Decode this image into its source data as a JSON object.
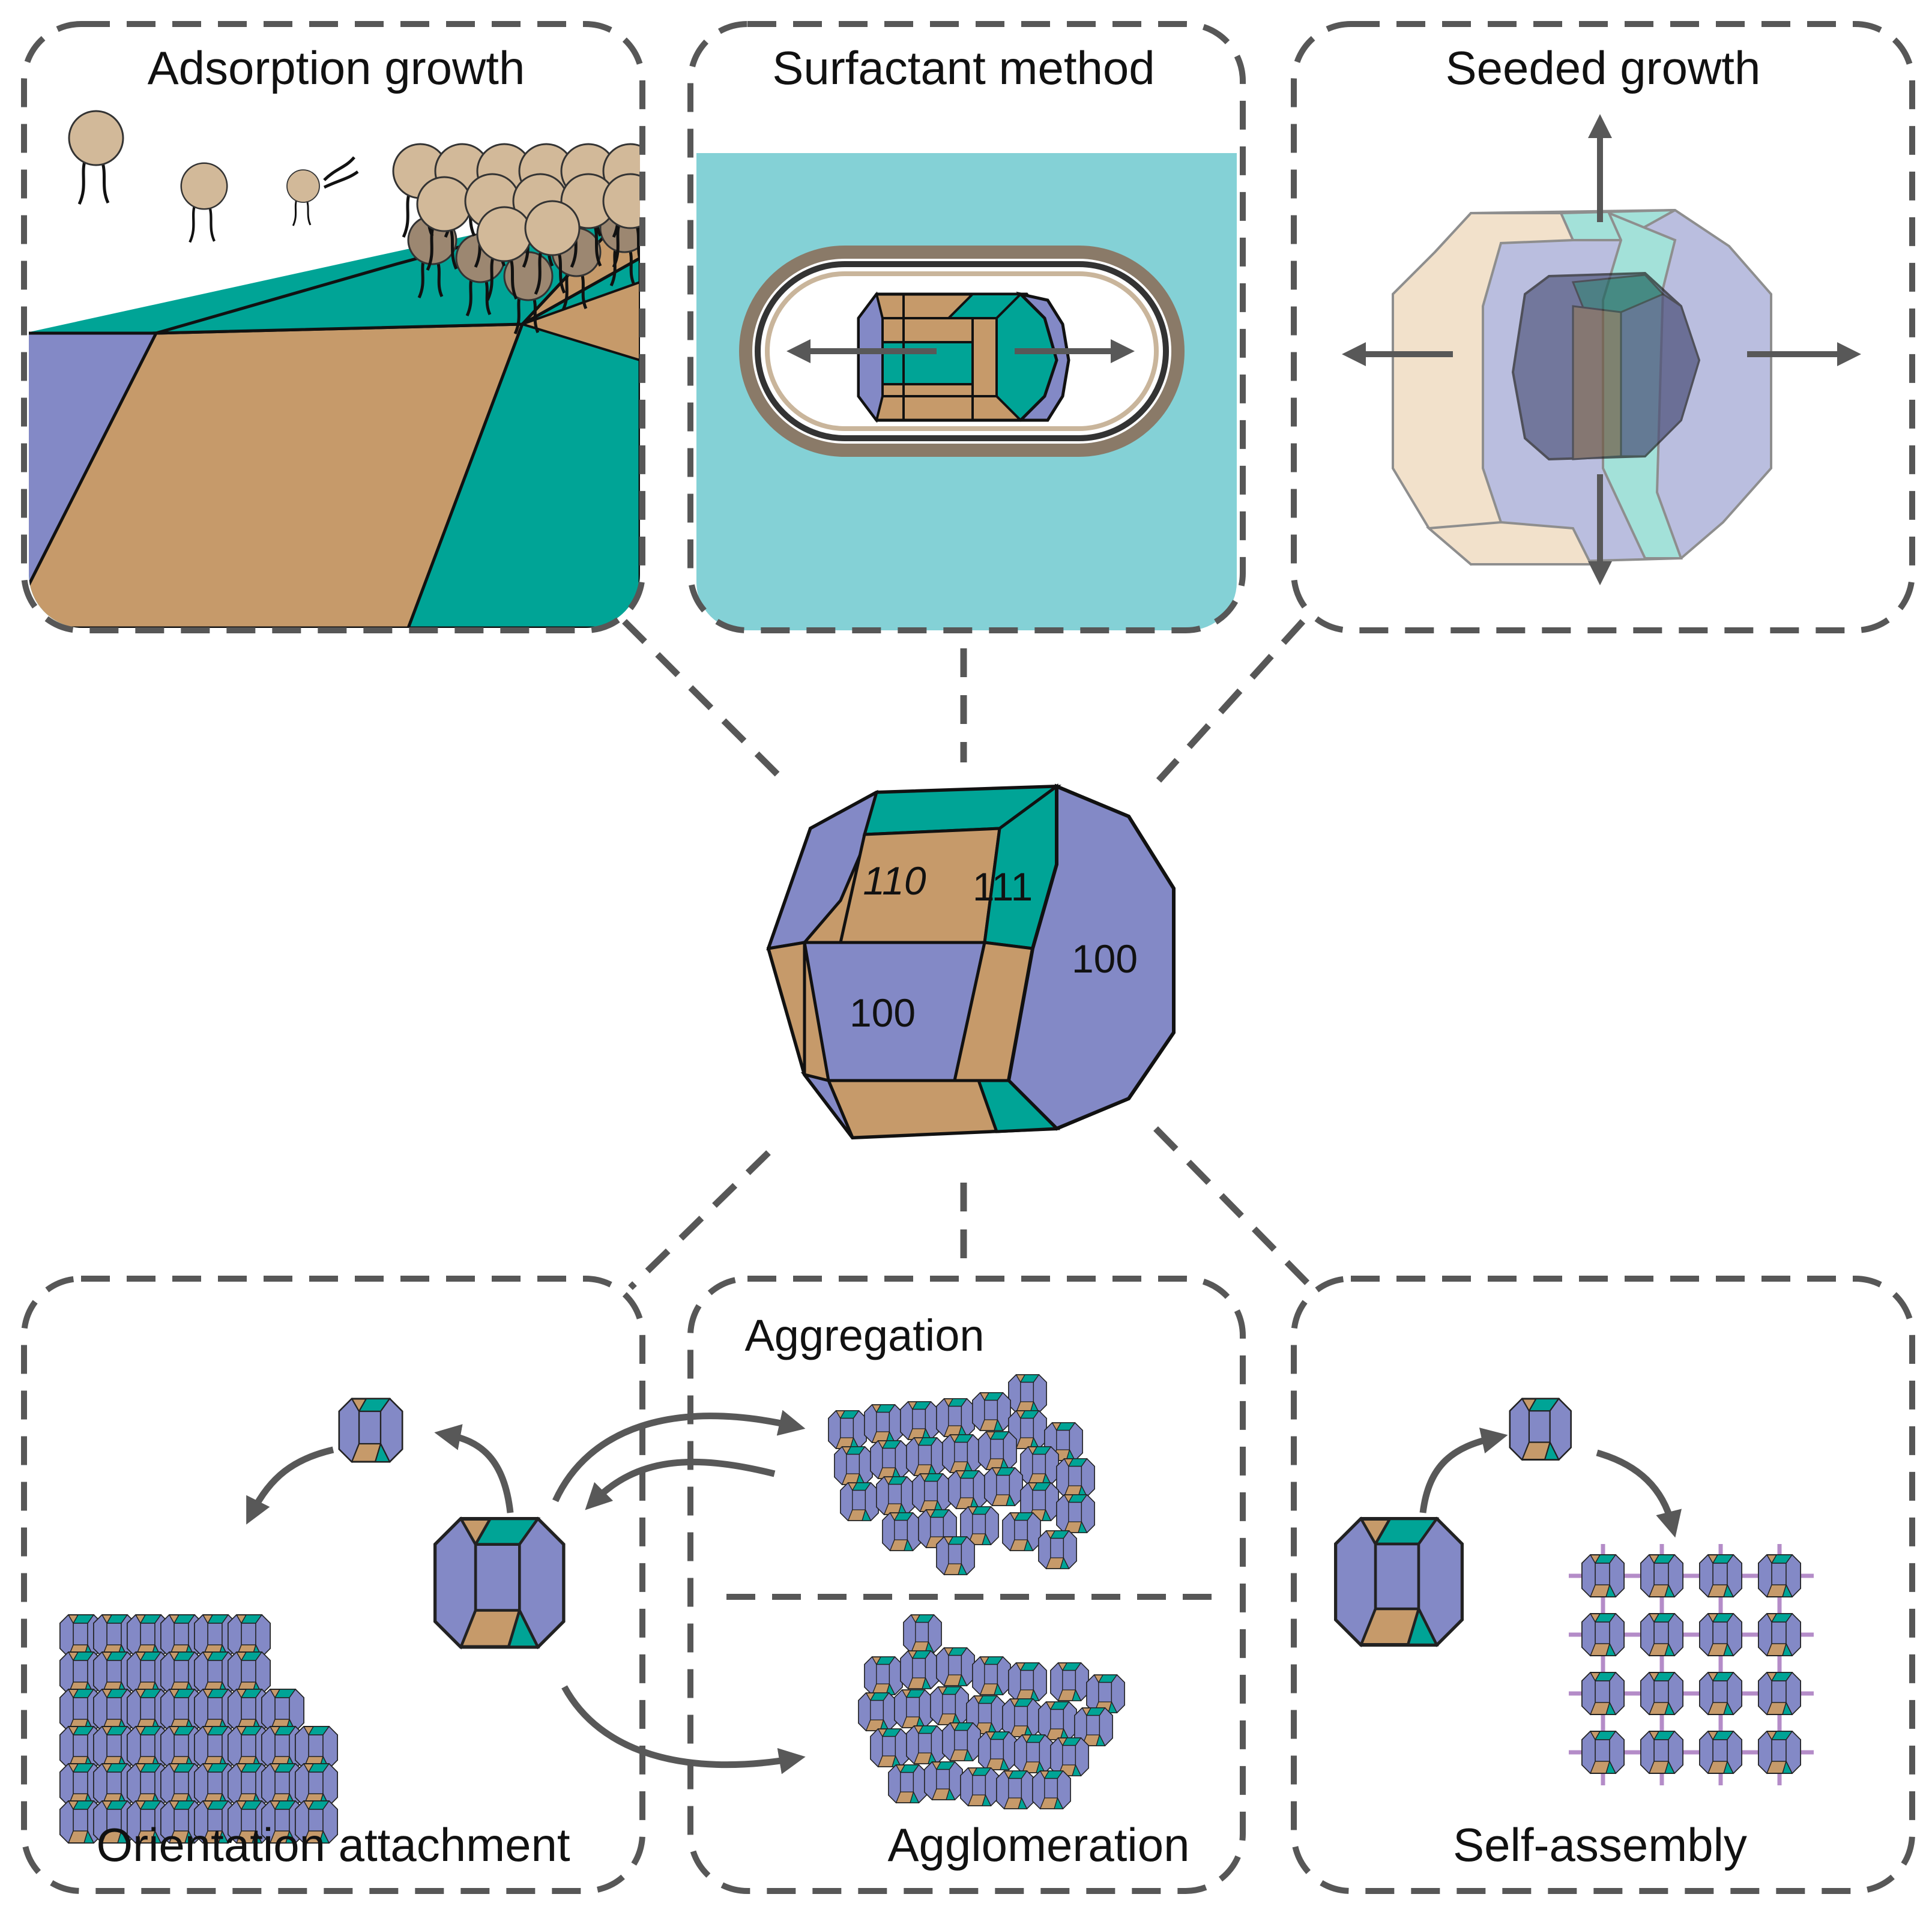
{
  "panels": {
    "adsorption": {
      "title": "Adsorption growth"
    },
    "surfactant": {
      "title": "Surfactant method"
    },
    "seeded": {
      "title": "Seeded growth"
    },
    "orientation": {
      "title": "Orientation attachment"
    },
    "aggregation": {
      "title": "Aggregation",
      "subtitle": "Agglomeration"
    },
    "selfassembly": {
      "title": "Self-assembly"
    }
  },
  "crystal": {
    "facet_labels": {
      "f110": "110",
      "f111": "111",
      "f100_front": "100",
      "f100_side": "100"
    }
  },
  "colors": {
    "facet_100": "#8389c6",
    "facet_110": "#c69a6a",
    "facet_111": "#00a496",
    "solution": "#84d1d6",
    "ligand_head": "#d2b999",
    "border": "#575757",
    "arrow": "#585858",
    "link": "#b48cc8"
  }
}
